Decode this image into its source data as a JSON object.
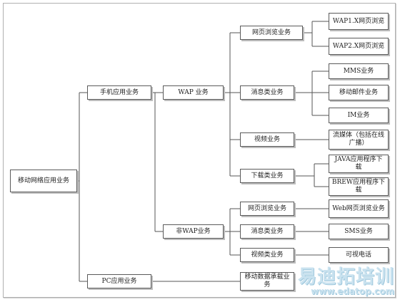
{
  "diagram": {
    "nodes": {
      "root": "移动网络应用业务",
      "mobile_apps": "手机应用业务",
      "pc_apps": "PC应用业务",
      "wap": "WAP 业务",
      "non_wap": "非WAP业务",
      "wap_browse": "网页浏览业务",
      "wap_message": "消息类业务",
      "wap_video": "视频业务",
      "wap_download": "下载类业务",
      "wap1x": "WAP1.X网页浏览",
      "wap2x": "WAP2.X网页浏览",
      "mms": "MMS业务",
      "mobile_email": "移动邮件业务",
      "im": "IM业务",
      "streaming": "流媒体（包括在线广播）",
      "java": "JAVA应用程序下载",
      "brew": "BREW应用程序下载",
      "nw_browse": "网页浏览业务",
      "nw_message": "消息类业务",
      "nw_video": "视频类业务",
      "web_browse": "Web网页浏览业务",
      "sms": "SMS业务",
      "video_call": "可视电话",
      "mobile_data": "移动数据承载业务"
    }
  },
  "watermark": {
    "brand": "易迪拓培训",
    "url": "www.edatop.com"
  }
}
